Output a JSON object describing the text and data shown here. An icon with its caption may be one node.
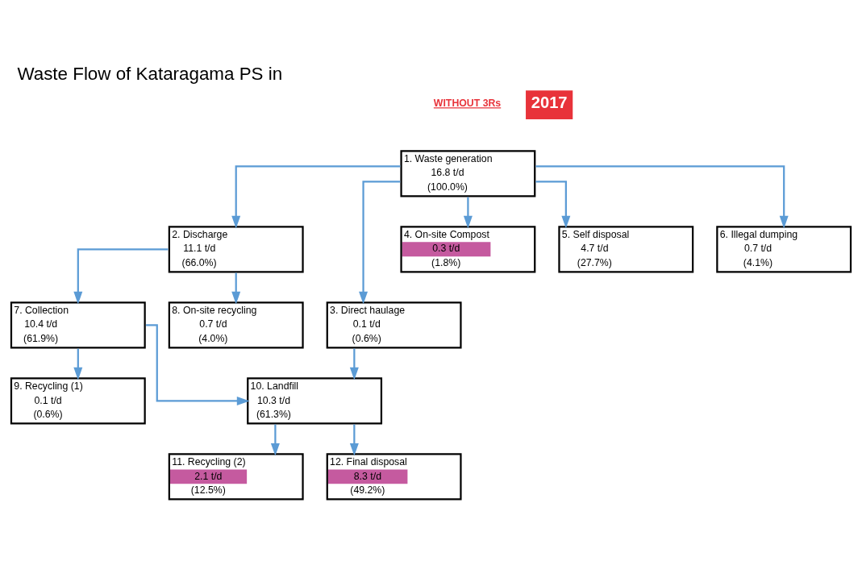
{
  "diagram": {
    "title": "Waste Flow of Kataragama PS in",
    "nodes": [
      {
        "text": [
          "1. Waste generation",
          "16.8 t/d",
          "(100.0%)"
        ]
      },
      {
        "text": [
          "2. Discharge",
          "11.1 t/d",
          "(66.0%)"
        ]
      },
      {
        "text": [
          "3. Direct haulage",
          "0.1 t/d",
          "(0.6%)"
        ]
      },
      {
        "text": [
          "4. On-site Compost",
          "0.3 t/d",
          "(1.8%)"
        ]
      },
      {
        "text": [
          "5. Self disposal",
          "4.7 t/d",
          "(27.7%)"
        ]
      },
      {
        "text": [
          "6. Illegal dumping",
          "0.7 t/d",
          "(4.1%)"
        ]
      },
      {
        "text": [
          "7. Collection",
          "10.4 t/d",
          "(61.9%)"
        ]
      },
      {
        "text": [
          "8. On-site recycling",
          "0.7 t/d",
          "(4.0%)"
        ]
      },
      {
        "text": [
          "9. Recycling (1)",
          "0.1 t/d",
          "(0.6%)"
        ]
      },
      {
        "text": [
          "10. Landfill",
          "10.3 t/d",
          "(61.3%)"
        ]
      },
      {
        "text": [
          "11. Recycling (2)",
          "2.1 t/d",
          "(12.5%)"
        ]
      },
      {
        "text": [
          "12. Final disposal",
          "8.3 t/d",
          "(49.2%)"
        ]
      }
    ],
    "edges": [
      {
        "from": 0,
        "to": 1,
        "arrow": "to"
      },
      {
        "from": 0,
        "to": 2,
        "arrow": "to"
      },
      {
        "from": 0,
        "to": 3,
        "arrow": "to"
      },
      {
        "from": 0,
        "to": 4,
        "arrow": "to"
      },
      {
        "from": 0,
        "to": 5,
        "arrow": "to"
      },
      {
        "from": 1,
        "to": 6,
        "arrow": "to"
      },
      {
        "from": 1,
        "to": 7,
        "arrow": "to"
      },
      {
        "from": 6,
        "to": 9,
        "arrow": "to"
      },
      {
        "from": 6,
        "to": 8,
        "arrow": "to"
      },
      {
        "from": 2,
        "to": 9,
        "arrow": "to"
      },
      {
        "from": 9,
        "to": 11,
        "arrow": "to"
      },
      {
        "from": 9,
        "to": 10,
        "arrow": "to"
      }
    ],
    "labels": [
      "2017",
      "WITHOUT 3Rs"
    ]
  }
}
